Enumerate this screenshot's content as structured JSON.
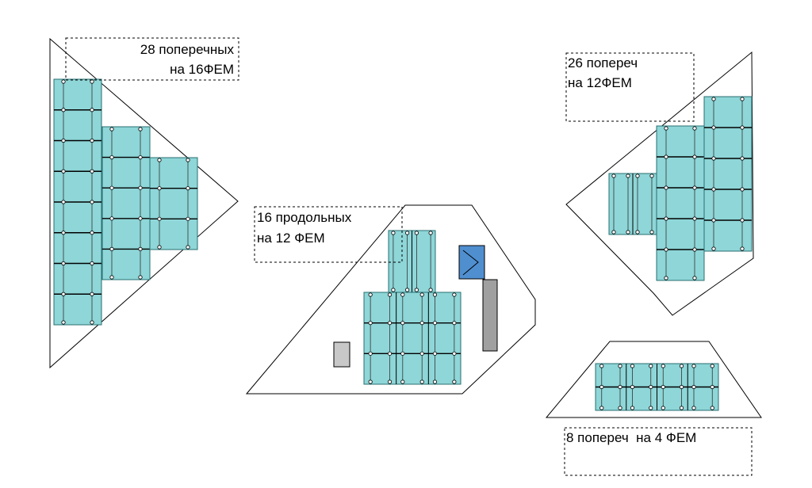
{
  "colors": {
    "panel_fill": "#8ed6d8",
    "panel_stroke": "#2a6f70",
    "outline": "#000000",
    "envelope_blue": "#4f8fd0",
    "rect_gray": "#a0a0a0",
    "rect_light_gray": "#c8c8c8"
  },
  "labels": {
    "top_left": [
      "28 поперечных",
      "на 16ФЕМ"
    ],
    "top_right": [
      "26 попереч",
      "на 12ФЕМ"
    ],
    "center": [
      "16 продольных",
      "на 12 ФЕМ"
    ],
    "bottom_right": [
      "8 попереч  на 4 ФЕМ"
    ]
  }
}
